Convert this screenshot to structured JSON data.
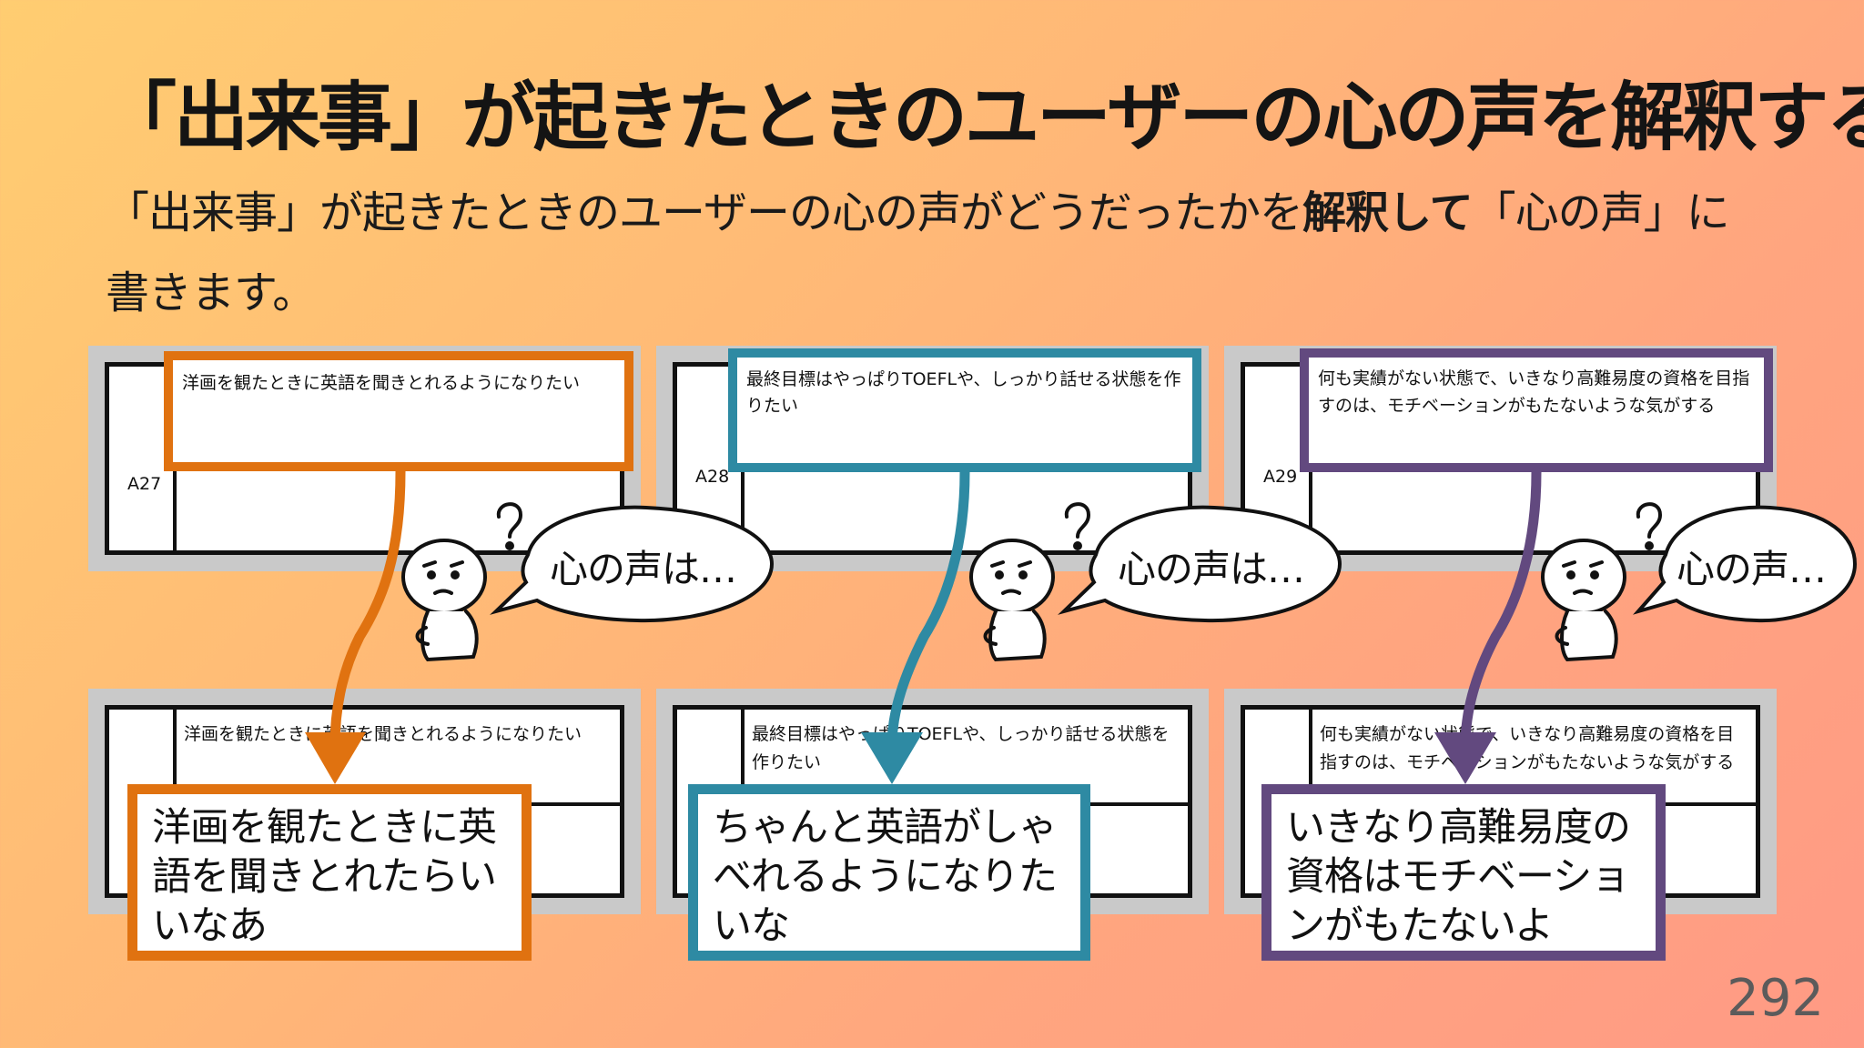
{
  "title": "「出来事」が起きたときのユーザーの心の声を解釈する",
  "subtitle": {
    "part1": "「出来事」が起きたときのユーザーの心の声がどうだったかを",
    "bold": "解釈して",
    "part2": "「心の声」に書きます。"
  },
  "columns": [
    {
      "id": "A27",
      "color": "#e07210",
      "event_text": "洋画を観たときに英語を聞きとれるようになりたい",
      "bubble": "心の声は…",
      "voice": "洋画を観たときに英語を聞きとれたらいいなあ"
    },
    {
      "id": "A28",
      "color": "#2e8aa3",
      "event_text": "最終目標はやっぱりTOEFLや、しっかり話せる状態を作りたい",
      "bubble": "心の声は…",
      "voice": "ちゃんと英語がしゃべれるようになりたいな"
    },
    {
      "id": "A29",
      "color": "#62497f",
      "event_text": "何も実績がない状態で、いきなり高難易度の資格を目指すのは、モチベーションがもたないような気がする",
      "bubble": "心の声…",
      "voice": "いきなり高難易度の資格はモチベーションがもたないよ"
    }
  ],
  "page_number": "292"
}
